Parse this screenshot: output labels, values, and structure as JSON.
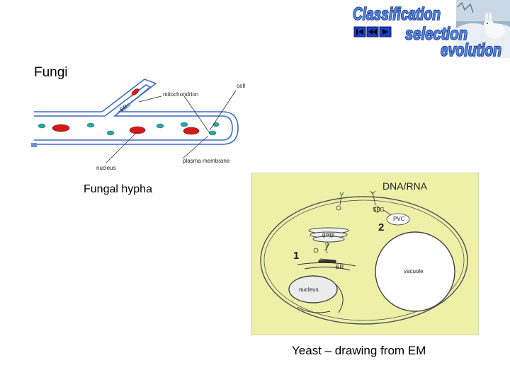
{
  "slide": {
    "title": "Fungi"
  },
  "banner": {
    "words": [
      "Classification",
      "selection",
      "evolution"
    ],
    "nav_buttons": [
      {
        "icon": "skip-back-icon"
      },
      {
        "icon": "rewind-icon"
      },
      {
        "icon": "play-forward-icon"
      }
    ]
  },
  "hypha": {
    "caption": "Fungal hypha",
    "labels": {
      "cell_wall": "cell wa",
      "mitochondrion": "mitochondrion",
      "nucleus": "nucleus",
      "plasma_membrane": "plasma membrane",
      "er": "ER"
    }
  },
  "yeast": {
    "caption": "Yeast – drawing from EM",
    "labels": {
      "dna_rna": "DNA/RNA",
      "sec": "SEC",
      "pvc": "PVC",
      "num2": "2",
      "golgi": "golgi",
      "num1": "1",
      "er": "ER",
      "vacuole": "vacuole",
      "nucleus": "nucleus"
    }
  },
  "colors": {
    "membrane_blue": "#3b6cc4",
    "mitochondria_red": "#d11a1a",
    "vesicle_teal": "#29a6a0",
    "yeast_background": "#eef0a8",
    "banner_blue": "#1c3fc8"
  }
}
